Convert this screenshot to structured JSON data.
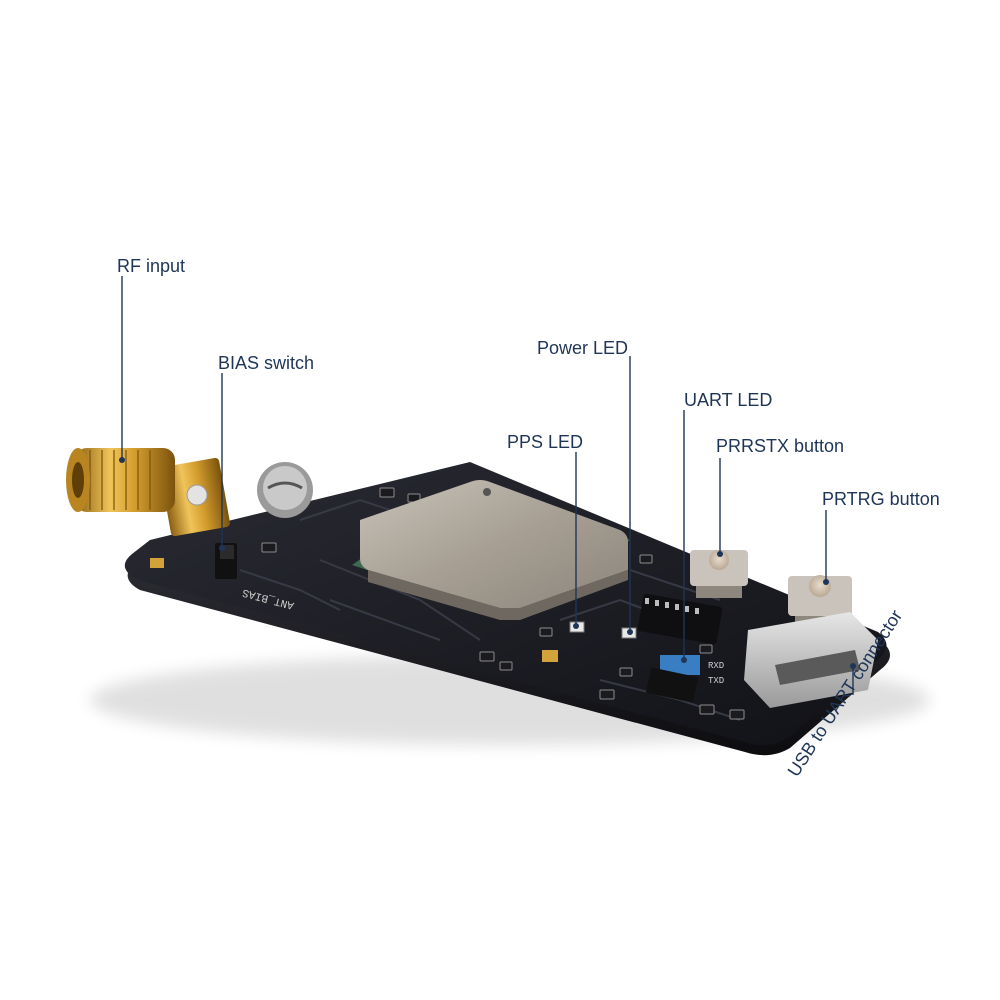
{
  "callouts": {
    "rf_input": "RF input",
    "bias_switch": "BIAS switch",
    "power_led": "Power LED",
    "uart_led": "UART LED",
    "pps_led": "PPS LED",
    "prrstx_button": "PRRSTX button",
    "prtrg_button": "PRTRG button",
    "usb_uart": "USB to UART connector"
  },
  "silkscreen": {
    "ant_bias": "ANT_BIAS",
    "rxd": "RXD",
    "txd": "TXD"
  },
  "colors": {
    "label_text": "#1f3557",
    "pcb": "#1b1c22",
    "gold": "#d4a23a",
    "metal_shield": "#a79f94"
  }
}
